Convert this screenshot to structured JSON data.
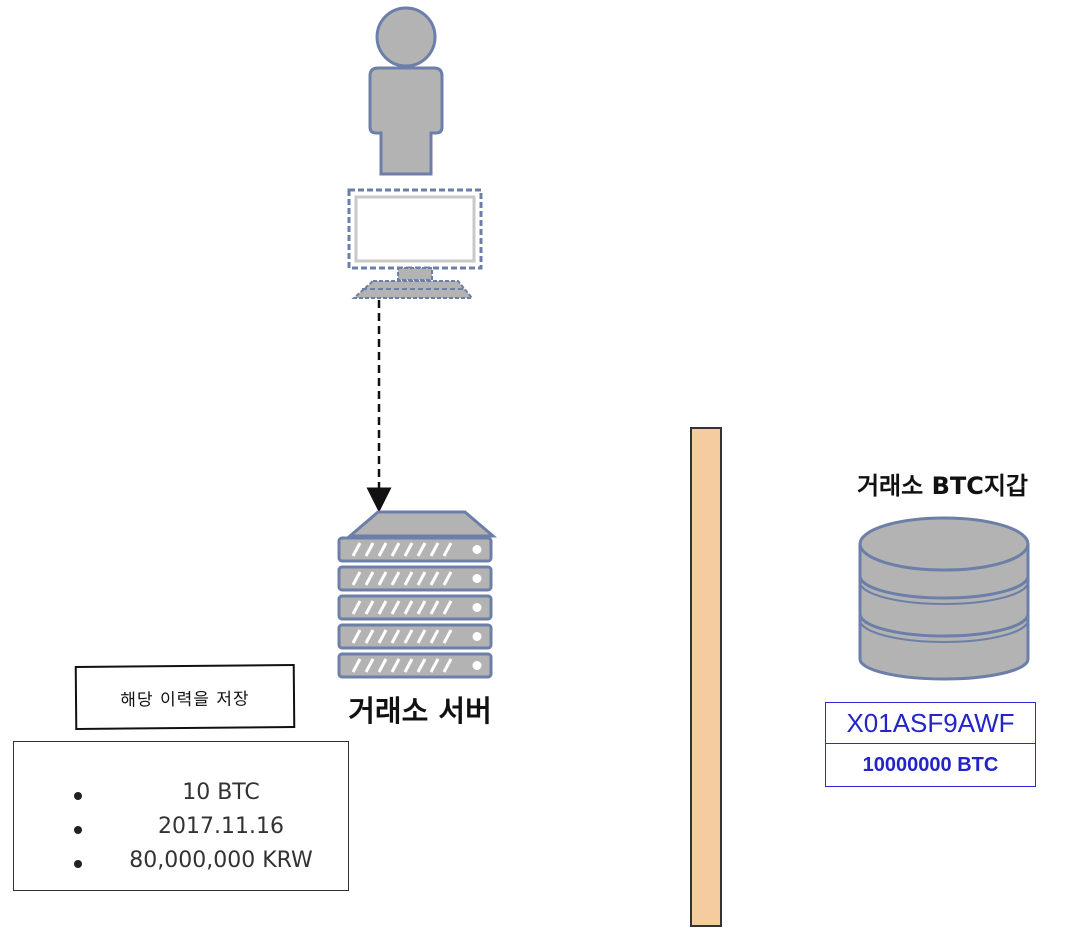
{
  "note": {
    "label": "해당 이력을 저장"
  },
  "history": {
    "items": [
      {
        "text": "10 BTC"
      },
      {
        "text": "2017.11.16"
      },
      {
        "text": "80,000,000 KRW"
      }
    ]
  },
  "server": {
    "label": "거래소 서버"
  },
  "wallet": {
    "title": "거래소 BTC지갑",
    "address": "X01ASF9AWF",
    "balance": "10000000 BTC"
  },
  "colors": {
    "icon_fill": "#b3b3b3",
    "icon_stroke": "#6c7fa8",
    "firewall": "#f5cba0",
    "wallet_text": "#2424c8"
  },
  "icons": [
    "user-icon",
    "computer-icon",
    "server-rack-icon",
    "database-icon"
  ]
}
